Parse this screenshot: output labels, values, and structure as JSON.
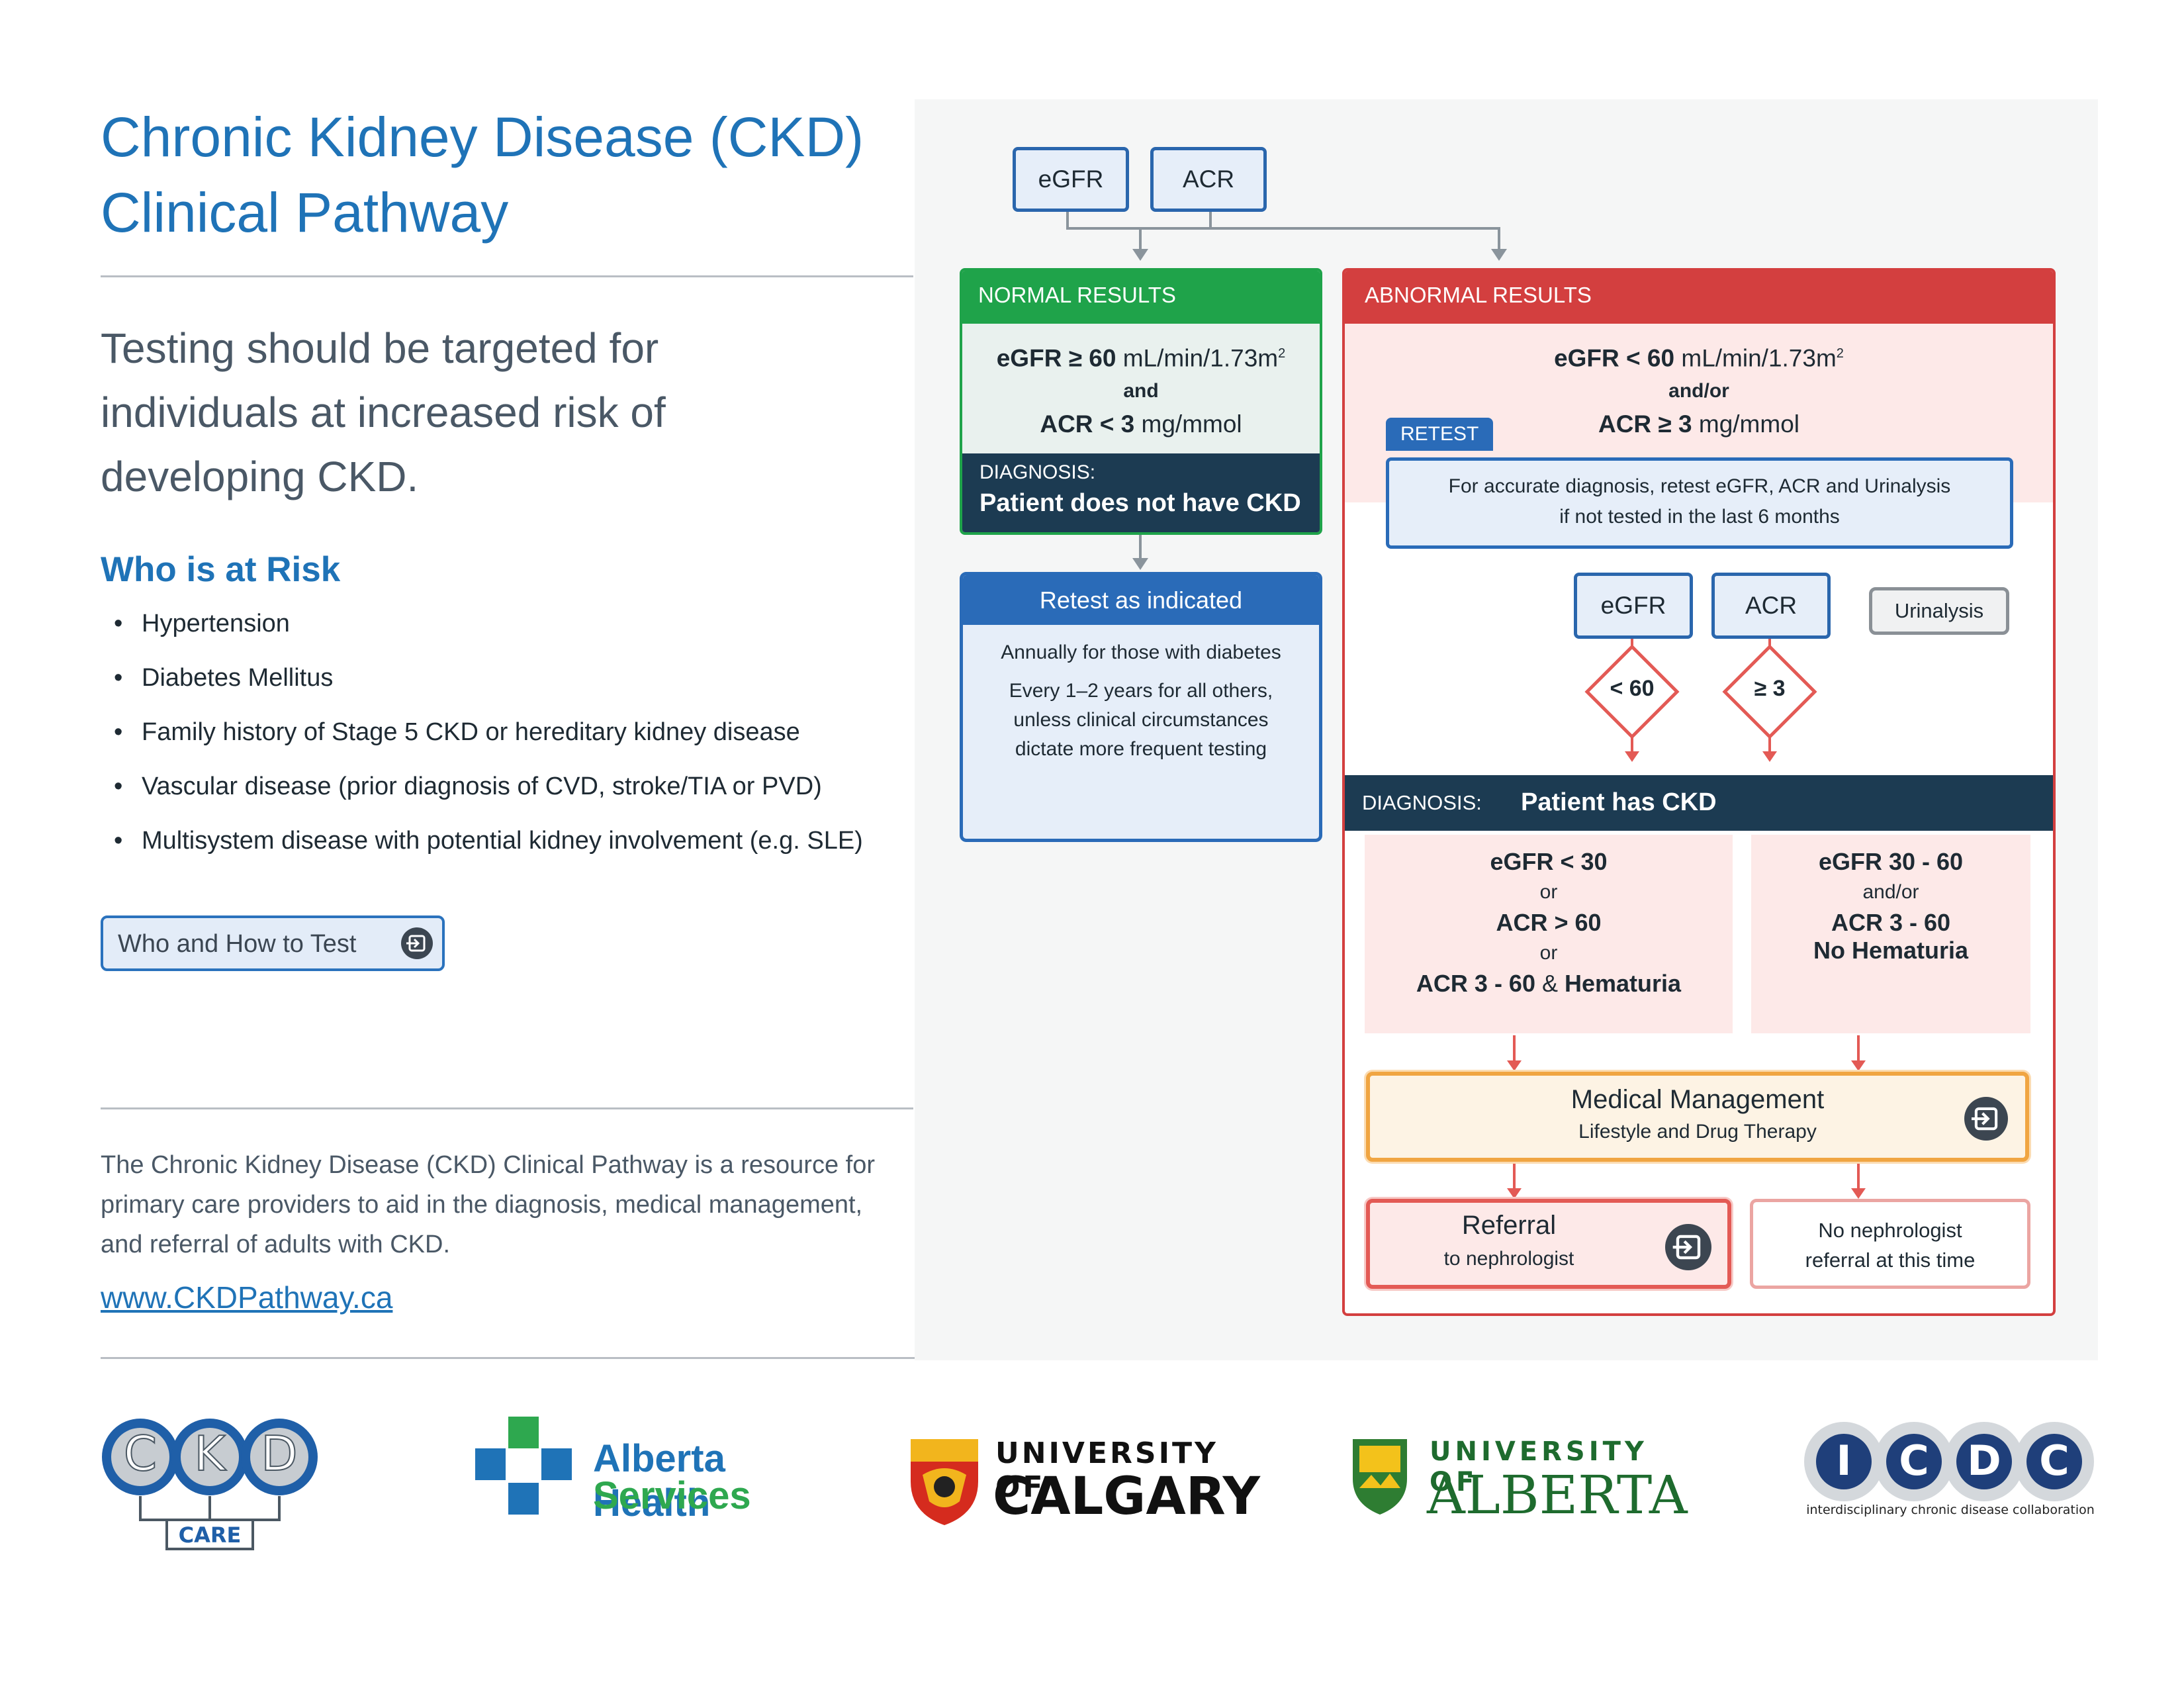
{
  "title_lines": [
    "Chronic Kidney Disease (CKD)",
    "Clinical Pathway"
  ],
  "intro": "Testing should be targeted for individuals at increased risk of developing CKD.",
  "risk": {
    "heading": "Who is at Risk",
    "items": [
      "Hypertension",
      "Diabetes Mellitus",
      "Family history of Stage 5 CKD or hereditary kidney disease",
      "Vascular disease  (prior diagnosis of CVD, stroke/TIA or PVD)",
      "Multisystem disease with potential kidney involvement (e.g. SLE)"
    ],
    "bullet": "•"
  },
  "who_how_button": {
    "label": "Who and How to Test",
    "icon": "enter-icon"
  },
  "description": "The Chronic Kidney Disease (CKD) Clinical Pathway is a resource for primary care providers to aid in the diagnosis, medical management, and referral of adults with CKD.",
  "website": "www.CKDPathway.ca",
  "flow": {
    "top_tests": [
      "eGFR",
      "ACR"
    ],
    "normal": {
      "header": "NORMAL RESULTS",
      "egfr_bold": "eGFR ≥ 60",
      "egfr_unit": " mL/min/1.73m",
      "egfr_sup": "2",
      "and": "and",
      "acr_bold": "ACR < 3",
      "acr_unit": " mg/mmol",
      "diagnosis_label": "DIAGNOSIS:",
      "diagnosis": "Patient does not have CKD"
    },
    "retest_indicated": {
      "header": "Retest as indicated",
      "line1": "Annually for those with diabetes",
      "line2": "Every 1–2 years for all others, unless clinical circumstances dictate more frequent testing"
    },
    "abnormal": {
      "header": "ABNORMAL RESULTS",
      "egfr_bold": "eGFR < 60",
      "egfr_unit": " mL/min/1.73m",
      "egfr_sup": "2",
      "andor": "and/or",
      "acr_bold": "ACR ≥ 3",
      "acr_unit": " mg/mmol",
      "retest_tab": "RETEST",
      "retest_msg_1": "For accurate diagnosis, retest eGFR, ACR and Urinalysis",
      "retest_msg_2": "if not tested in the last 6 months",
      "retests": [
        "eGFR",
        "ACR"
      ],
      "urinalysis": "Urinalysis",
      "thresholds": [
        "< 60",
        "≥ 3"
      ],
      "diagnosis_label": "DIAGNOSIS:",
      "diagnosis": "Patient has CKD",
      "left_card": [
        "eGFR < 30",
        "or",
        "ACR > 60",
        "or",
        "ACR 3 - 60",
        " & ",
        "Hematuria"
      ],
      "right_card": [
        "eGFR 30 - 60",
        "and/or",
        "ACR 3 - 60",
        "No Hematuria"
      ],
      "medical_management": {
        "title": "Medical Management",
        "sub": "Lifestyle and Drug Therapy",
        "icon": "enter-icon"
      },
      "referral": {
        "title": "Referral",
        "sub": "to nephrologist",
        "icon": "enter-icon"
      },
      "no_referral": [
        "No nephrologist",
        "referral at this time"
      ]
    }
  },
  "logos": {
    "ckd": {
      "letters": [
        "C",
        "K",
        "D"
      ],
      "sub": "CARE"
    },
    "ahs": {
      "line1": "Alberta Health",
      "line2": "Services"
    },
    "ucalgary": {
      "line1": "UNIVERSITY OF",
      "line2": "CALGARY"
    },
    "ualberta": {
      "line1": "UNIVERSITY OF",
      "line2": "ALBERTA"
    },
    "icdc": {
      "letters": [
        "I",
        "C",
        "D",
        "C"
      ],
      "sub": "interdisciplinary chronic disease collaboration"
    }
  },
  "colors": {
    "brand_blue": "#1f73b7",
    "normal_green": "#1fa34a",
    "abnormal_red": "#d33f3f",
    "diagnosis_navy": "#1c3b52",
    "management_orange": "#f0a542"
  }
}
